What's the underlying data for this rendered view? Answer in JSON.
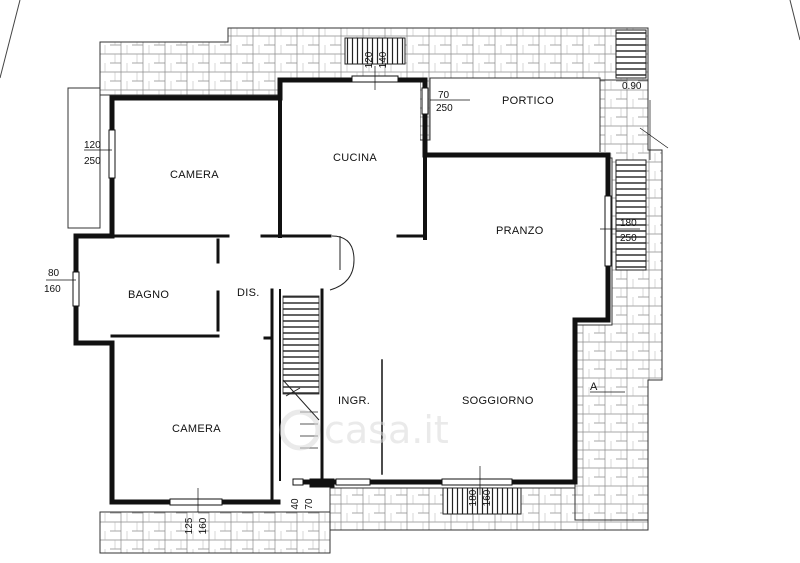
{
  "rooms": {
    "camera_top": "CAMERA",
    "cucina": "CUCINA",
    "portico": "PORTICO",
    "pranzo": "PRANZO",
    "bagno": "BAGNO",
    "dis": "DIS.",
    "ingr": "INGR.",
    "soggiorno": "SOGGIORNO",
    "camera_bottom": "CAMERA"
  },
  "dimensions": {
    "win_top_w": "120",
    "win_top_h": "140",
    "win_cucina_w": "70",
    "win_cucina_h": "250",
    "portico_dim": "0.90",
    "win_camera_w": "120",
    "win_camera_h": "250",
    "win_pranzo_w": "180",
    "win_pranzo_h": "250",
    "win_bagno_w": "80",
    "win_bagno_h": "160",
    "win_camera2_w": "125",
    "win_camera2_h": "160",
    "door_ingr_w": "40",
    "door_ingr_h": "70",
    "win_sogg_w": "180",
    "win_sogg_h": "160"
  },
  "section_mark": "A",
  "watermark": "casa.it"
}
